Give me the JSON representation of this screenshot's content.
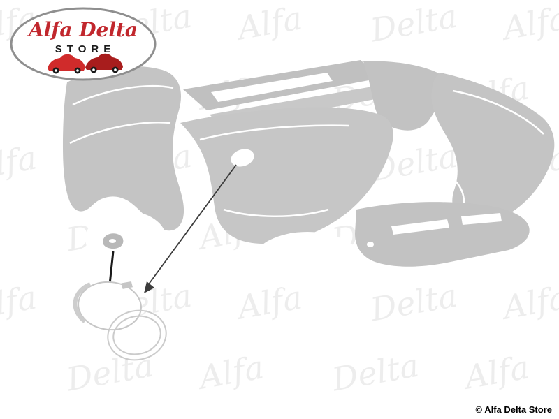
{
  "logo": {
    "brand": "Alfa Delta",
    "store": "STORE"
  },
  "watermark": {
    "word1": "Alfa",
    "word2": "Delta"
  },
  "footer": {
    "copyright": "© Alfa Delta Store"
  },
  "colors": {
    "logo_red": "#c1272d",
    "logo_oval_border": "#8f8f8f",
    "body_gray": "#c4c4c4",
    "watermark_gray": "#e7e7e7",
    "arrow_black": "#1a1a1a",
    "leader_line_gray": "#3c3c3c"
  }
}
